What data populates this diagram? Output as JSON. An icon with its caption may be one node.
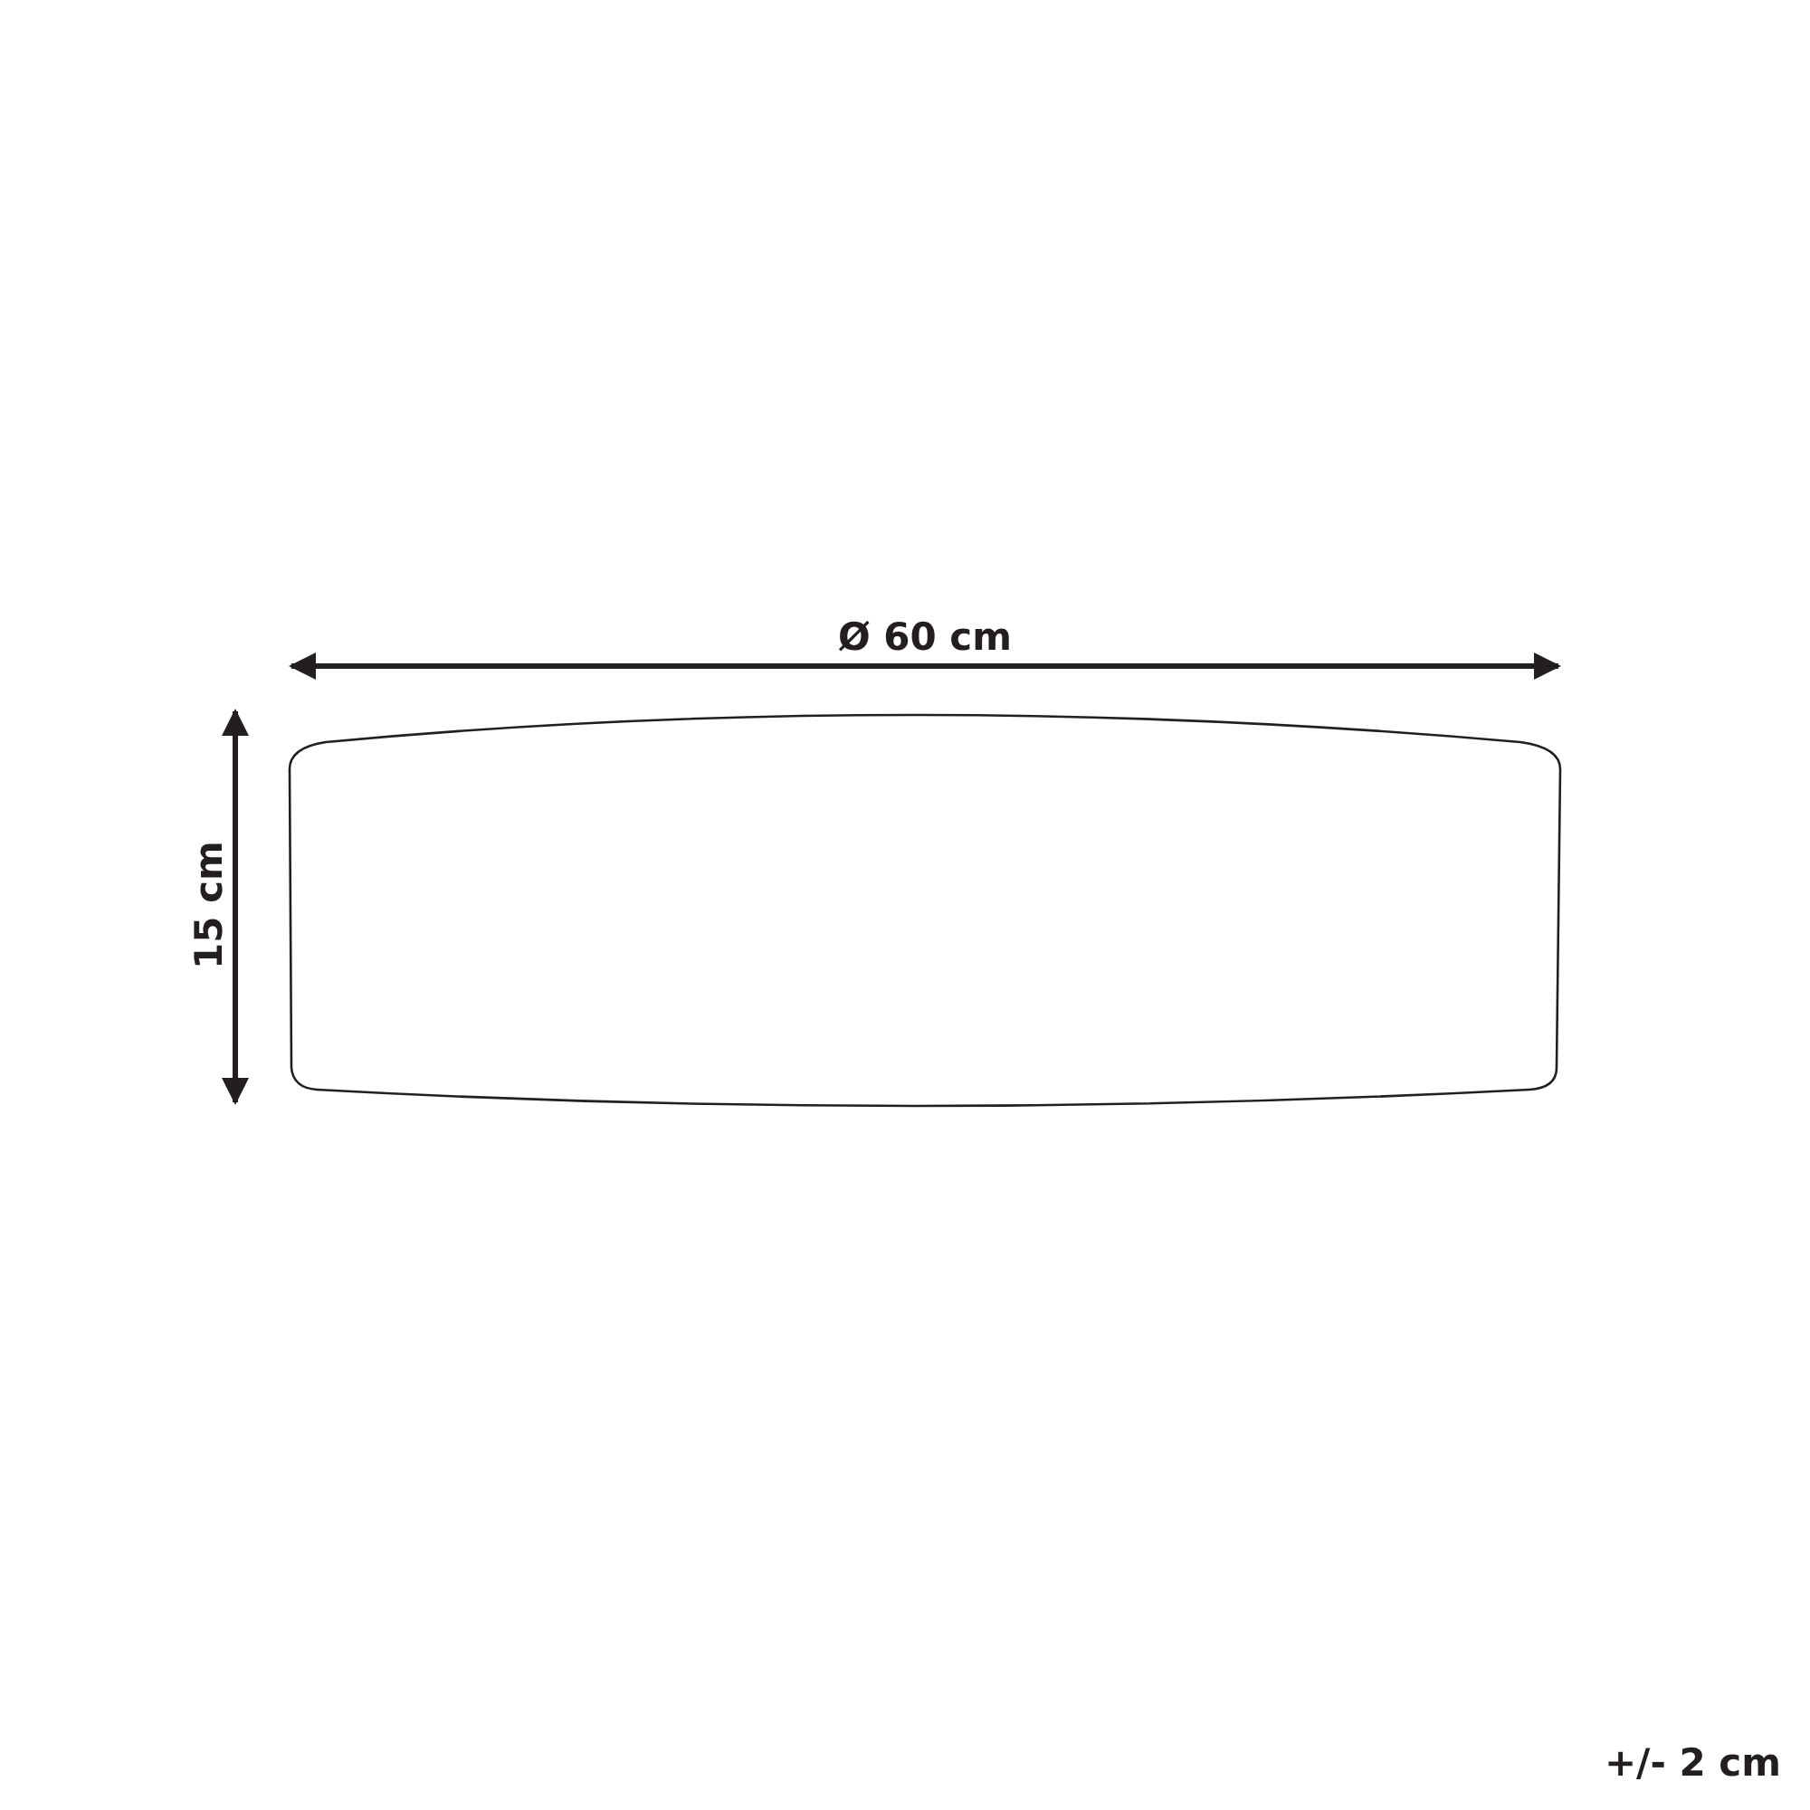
{
  "diagram": {
    "nodes": [
      {
        "text": [],
        "shape": "box"
      }
    ],
    "labels": [
      "Ø 60 cm",
      "15 cm",
      "+/- 2 cm"
    ]
  }
}
